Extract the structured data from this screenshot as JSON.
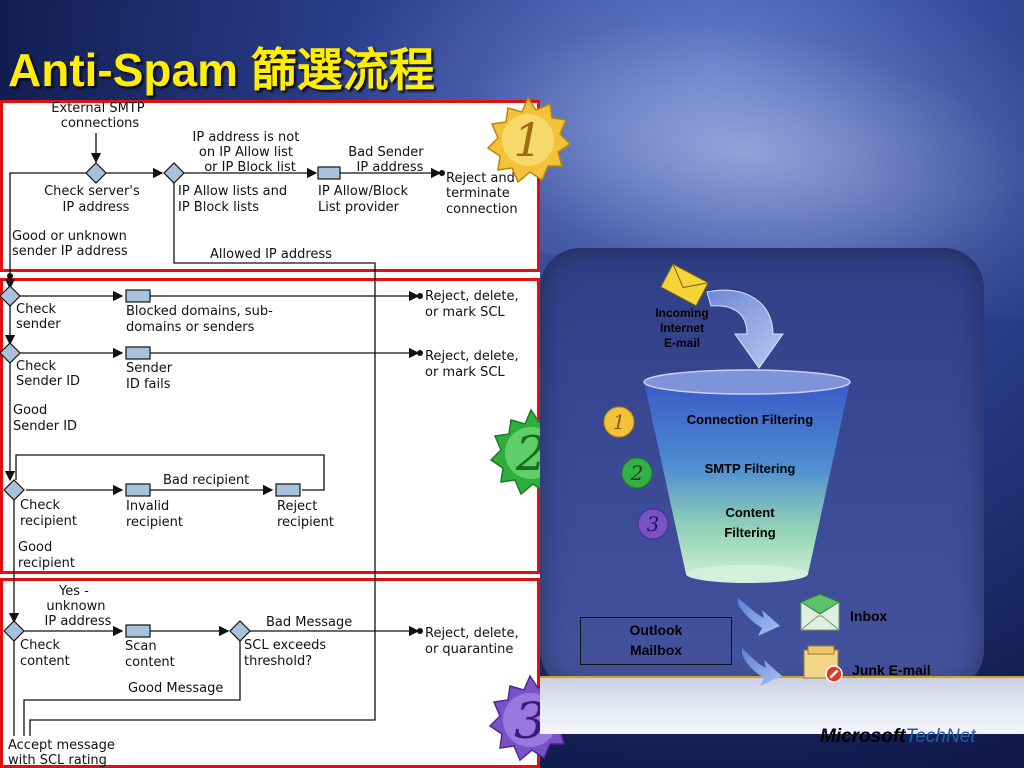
{
  "title": "Anti-Spam 篩選流程",
  "flowchart": {
    "external_smtp": [
      "External SMTP",
      "connections"
    ],
    "check_server_ip": [
      "Check server's",
      "IP address"
    ],
    "ip_not_on_list": [
      "IP address is not",
      "on IP Allow list",
      "or IP Block list"
    ],
    "ip_allow_block_lists": [
      "IP Allow lists and",
      "IP Block lists"
    ],
    "bad_sender_ip": [
      "Bad Sender",
      "IP address"
    ],
    "ip_provider": [
      "IP Allow/Block",
      "List provider"
    ],
    "reject_terminate": [
      "Reject and",
      "terminate",
      "connection"
    ],
    "good_unknown_ip": [
      "Good or unknown",
      "sender IP address"
    ],
    "allowed_ip": "Allowed IP address",
    "check_sender": [
      "Check",
      "sender"
    ],
    "blocked_domains": [
      "Blocked domains, sub-",
      "domains or senders"
    ],
    "reject_delete_scl_1": [
      "Reject, delete,",
      "or mark SCL"
    ],
    "check_sender_id": [
      "Check",
      "Sender ID"
    ],
    "sender_id_fails": [
      "Sender",
      "ID fails"
    ],
    "reject_delete_scl_2": [
      "Reject, delete,",
      "or mark SCL"
    ],
    "good_sender_id": [
      "Good",
      "Sender ID"
    ],
    "bad_recipient": "Bad recipient",
    "check_recipient": [
      "Check",
      "recipient"
    ],
    "invalid_recipient": [
      "Invalid",
      "recipient"
    ],
    "reject_recipient": [
      "Reject",
      "recipient"
    ],
    "good_recipient": [
      "Good",
      "recipient"
    ],
    "yes_unknown_ip": [
      "Yes -",
      "unknown",
      "IP address"
    ],
    "bad_message": "Bad Message",
    "check_content": [
      "Check",
      "content"
    ],
    "scan_content": [
      "Scan",
      "content"
    ],
    "scl_exceeds": [
      "SCL exceeds",
      "threshold?"
    ],
    "reject_quarantine": [
      "Reject, delete,",
      "or quarantine"
    ],
    "good_message": "Good Message",
    "accept_message": [
      "Accept message",
      "with SCL rating"
    ]
  },
  "stage_numbers": [
    "1",
    "2",
    "3"
  ],
  "funnel": {
    "incoming": [
      "Incoming",
      "Internet",
      "E-mail"
    ],
    "connection_filtering": "Connection Filtering",
    "smtp_filtering": "SMTP Filtering",
    "content_filtering": [
      "Content",
      "Filtering"
    ],
    "outlook_mailbox": [
      "Outlook",
      "Mailbox"
    ],
    "inbox": "Inbox",
    "junk": "Junk E-mail"
  },
  "logo": {
    "brand": "Microsoft",
    "product": "TechNet"
  },
  "colors": {
    "title": "#ffee00",
    "red_box": "#e01010",
    "seal_gold": "#f2c23a"
  }
}
